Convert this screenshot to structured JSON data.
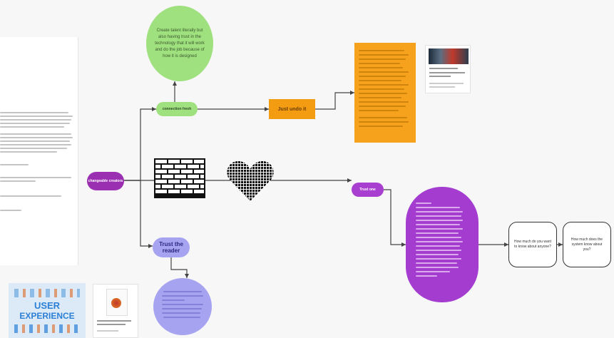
{
  "nodes": {
    "green_circle_text": "Create talent literally but also having trust in the technology that it will work and do the job because of how it is designed",
    "green_pill_label": "connection fresh",
    "orange_label": "Just undo it",
    "purple_pill_label": "changeable creators",
    "purple_small_label": "Trust one",
    "lavender_pill_label": "Trust the reader",
    "question_box_1": "How much do you want to know about anyone?",
    "question_box_2": "How much does the system know about you?"
  },
  "thumbnails": {
    "ux_line1": "USER",
    "ux_line2": "EXPERIENCE"
  },
  "colors": {
    "green": "#9fe07f",
    "orange": "#f39c12",
    "purple": "#9b2fb2",
    "lavender": "#a6a3f0"
  }
}
